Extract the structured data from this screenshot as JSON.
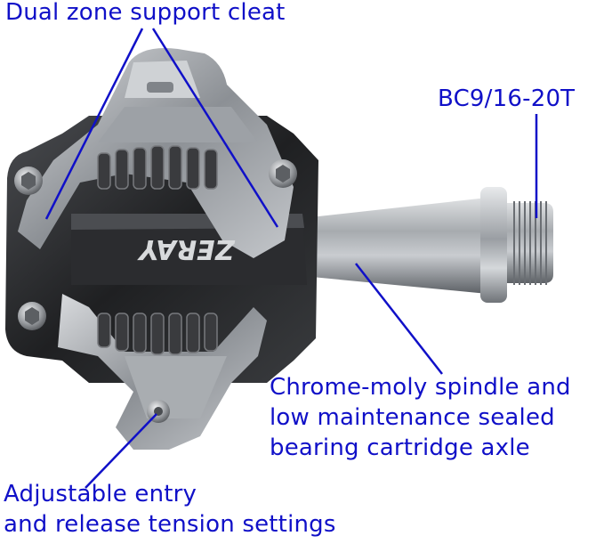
{
  "annotations": {
    "cleat": "Dual zone support cleat",
    "thread": "BC9/16-20T",
    "spindle": [
      "Chrome-moly spindle and",
      "low maintenance sealed",
      "bearing cartridge axle"
    ],
    "tension": [
      "Adjustable entry",
      "and release tension settings"
    ]
  },
  "brand_logo": "ZERAY",
  "colors": {
    "label": "#1010c8",
    "leader_line": "#1010c8",
    "pedal_body": "#2a2b2d",
    "chrome": "#b9bcc0"
  }
}
